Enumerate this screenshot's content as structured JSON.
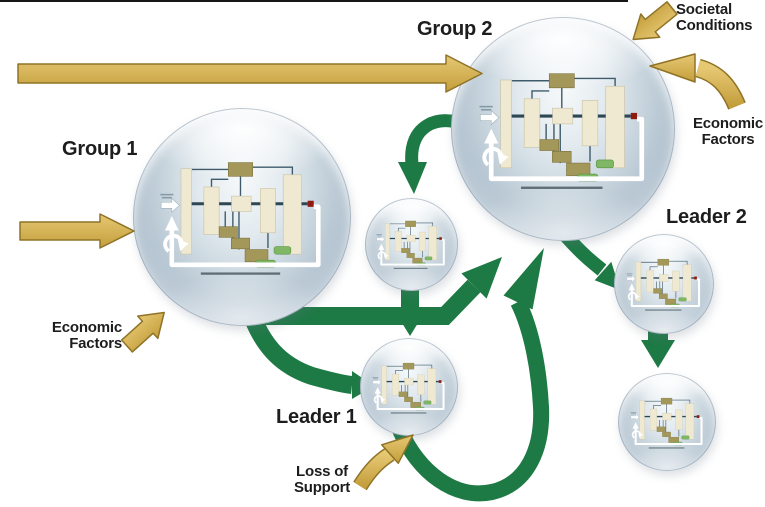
{
  "diagram_title": "",
  "colors": {
    "background": "#ffffff",
    "gold_arrow": "#D2A94F",
    "gold_arrow_border": "#8F7326",
    "green_arrow": "#1E7A45",
    "green_arrow_border": "#14532E",
    "bubble_body": "#AEC0CE",
    "bubble_rim": "#708598",
    "label_text": "#1d1d1d"
  },
  "nodes": {
    "group1": {
      "label": "Group 1"
    },
    "group2": {
      "label": "Group 2"
    },
    "leader1": {
      "label": "Leader 1"
    },
    "leader2": {
      "label": "Leader 2"
    },
    "follower_mid": {
      "label": ""
    },
    "follower_bottom_right": {
      "label": ""
    }
  },
  "annotations": {
    "societal_conditions": "Societal Conditions",
    "economic_factors_right": "Economic Factors",
    "economic_factors_left": "Economic Factors",
    "loss_of_support": "Loss of Support"
  },
  "flows": [
    {
      "from": "external-left",
      "to": "group2",
      "style": "gold-input-arrow"
    },
    {
      "from": "external-left",
      "to": "group1",
      "style": "gold-input-arrow"
    },
    {
      "from": "societal-conditions",
      "to": "group2",
      "style": "gold-input-arrow"
    },
    {
      "from": "economic-factors",
      "to": "group2",
      "style": "gold-input-arrow"
    },
    {
      "from": "economic-factors",
      "to": "group1",
      "style": "gold-input-arrow"
    },
    {
      "from": "loss-of-support",
      "to": "leader1",
      "style": "gold-input-arrow"
    },
    {
      "from": "group1",
      "to": "group2",
      "style": "green-influence-arrow"
    },
    {
      "from": "group1",
      "to": "leader1",
      "style": "green-influence-arrow"
    },
    {
      "from": "group2",
      "to": "follower_mid",
      "style": "green-influence-arrow"
    },
    {
      "from": "follower_mid",
      "to": "leader1",
      "style": "green-influence-arrow"
    },
    {
      "from": "leader1",
      "to": "group2",
      "style": "green-influence-loop-arrow"
    },
    {
      "from": "group2",
      "to": "leader2",
      "style": "green-influence-arrow"
    },
    {
      "from": "leader2",
      "to": "follower_bottom_right",
      "style": "green-influence-arrow"
    }
  ]
}
